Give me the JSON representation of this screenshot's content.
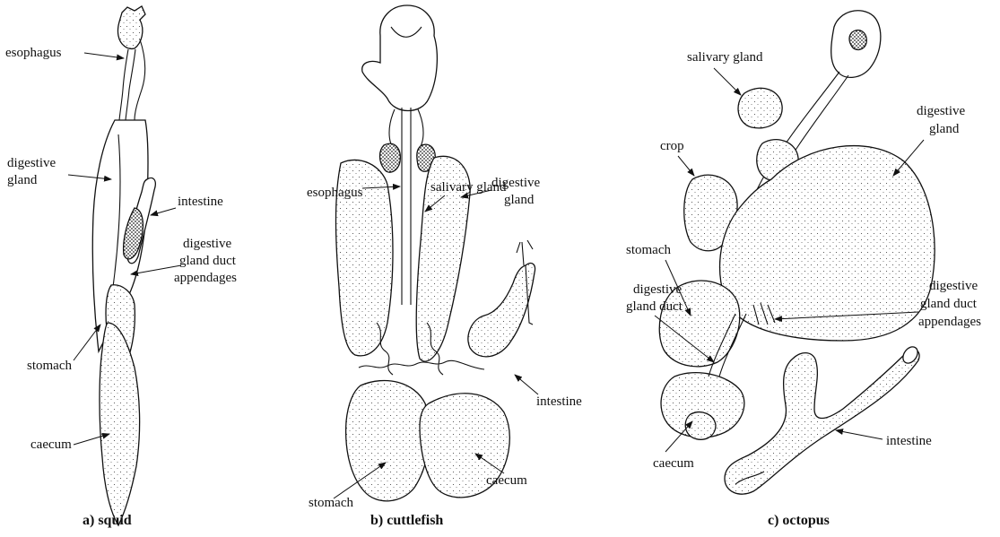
{
  "panels": {
    "squid": {
      "caption": "a)  squid",
      "labels": {
        "esophagus": "esophagus",
        "digestive_gland_1": "digestive",
        "digestive_gland_2": "gland",
        "intestine": "intestine",
        "duct_app_1": "digestive",
        "duct_app_2": "gland duct",
        "duct_app_3": "appendages",
        "stomach": "stomach",
        "caecum": "caecum"
      }
    },
    "cuttlefish": {
      "caption": "b)  cuttlefish",
      "labels": {
        "esophagus": "esophagus",
        "salivary_gland": "salivary gland",
        "digestive_gland_1": "digestive",
        "digestive_gland_2": "gland",
        "intestine": "intestine",
        "stomach": "stomach",
        "caecum": "caecum"
      }
    },
    "octopus": {
      "caption": "c)  octopus",
      "labels": {
        "salivary_gland": "salivary gland",
        "digestive_gland_1": "digestive",
        "digestive_gland_2": "gland",
        "crop": "crop",
        "stomach": "stomach",
        "duct_1": "digestive",
        "duct_2": "gland duct",
        "duct_app_1": "digestive",
        "duct_app_2": "gland duct",
        "duct_app_3": "appendages",
        "caecum": "caecum",
        "intestine": "intestine"
      }
    }
  },
  "colors": {
    "ink": "#111111",
    "background": "#ffffff"
  }
}
